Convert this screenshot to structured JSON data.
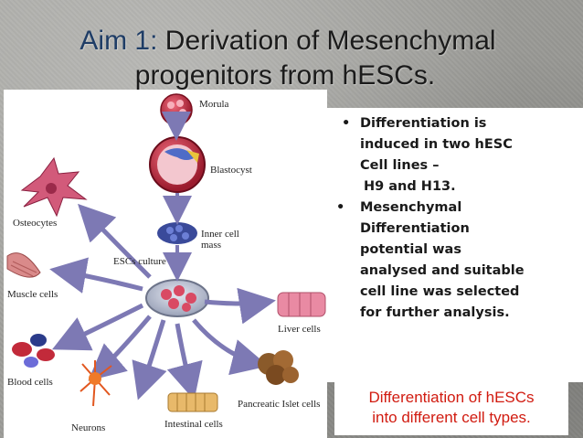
{
  "slide": {
    "title_prefix": "Aim 1:",
    "title_rest": " Derivation of Mesenchymal",
    "title_line2": "progenitors from hESCs."
  },
  "figure": {
    "labels": {
      "morula": "Morula",
      "blastocyst": "Blastocyst",
      "inner_cell_line1": "Inner cell",
      "inner_cell_line2": "mass",
      "osteocytes": "Osteocytes",
      "escs_culture": "ESCs culture",
      "muscle_cells": "Muscle cells",
      "liver_cells": "Liver cells",
      "blood_cells": "Blood cells",
      "pancreatic": "Pancreatic Islet cells",
      "neurons": "Neurons",
      "intestinal": "Intestinal cells"
    },
    "colors": {
      "arrow": "#7d79b4",
      "cell_red": "#c8324a",
      "liver_pink": "#e98aa3",
      "islet_brown": "#8a5a2a"
    }
  },
  "bullets": [
    {
      "marker": "•",
      "lines": [
        "Differentiation is",
        "induced in two hESC",
        "Cell lines –",
        "H9 and H13."
      ]
    },
    {
      "marker": "•",
      "lines": [
        "Mesenchymal",
        "Differentiation",
        "potential was",
        "analysed and suitable",
        "cell line was selected",
        "for further analysis."
      ]
    }
  ],
  "caption": {
    "line1": "Differentiation of hESCs",
    "line2": "into different cell types."
  }
}
